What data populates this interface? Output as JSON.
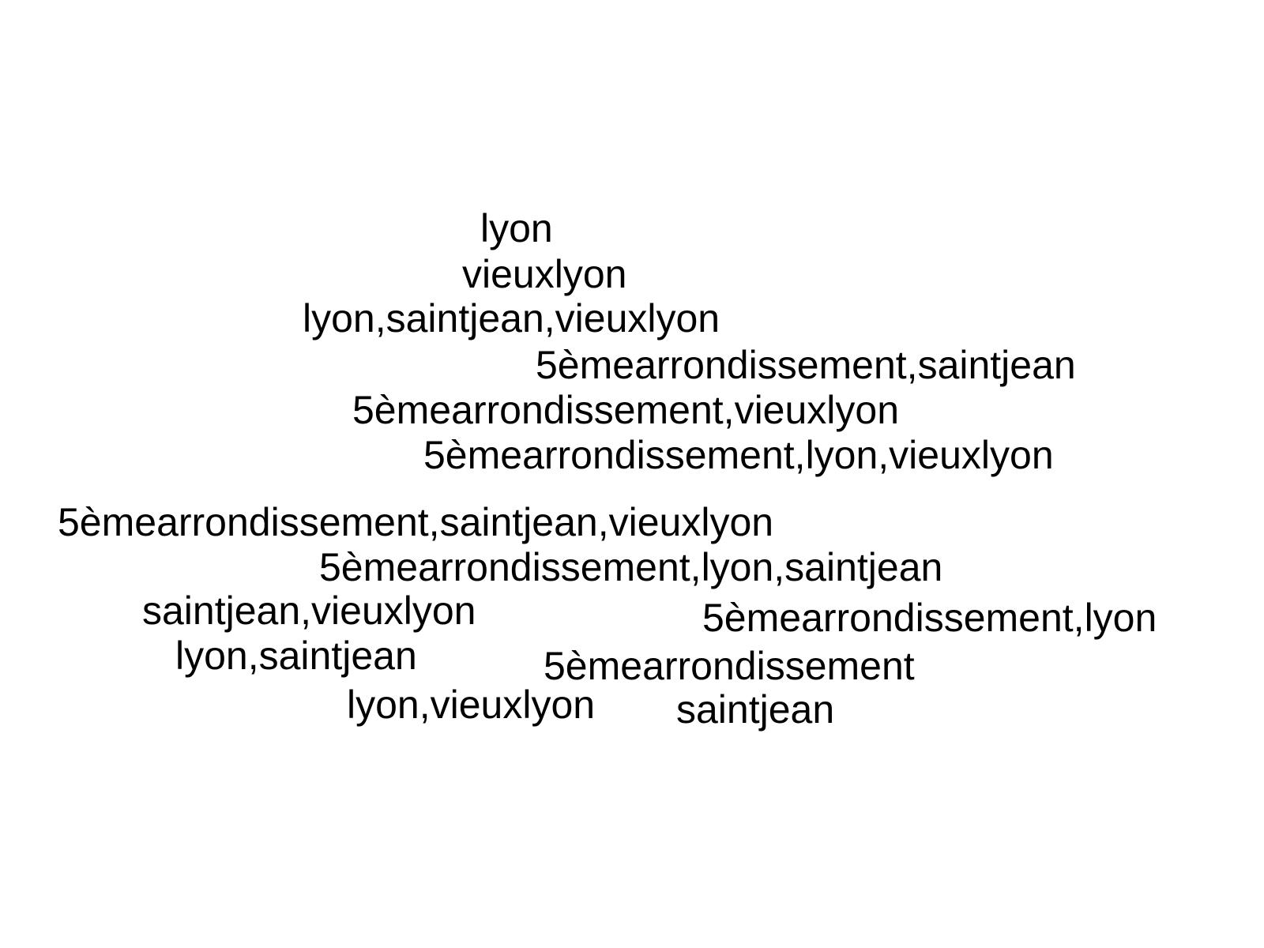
{
  "cloud": {
    "text_color": "#000000",
    "background": "#ffffff",
    "terms": [
      "lyon",
      "vieuxlyon",
      "lyon,saintjean,vieuxlyon",
      "5èmearrondissement,saintjean",
      "5èmearrondissement,vieuxlyon",
      "5èmearrondissement,lyon,vieuxlyon",
      "5èmearrondissement,saintjean,vieuxlyon",
      "5èmearrondissement,lyon,saintjean",
      "saintjean,vieuxlyon",
      "5èmearrondissement,lyon",
      "lyon,saintjean",
      "5èmearrondissement",
      "lyon,vieuxlyon",
      "saintjean"
    ]
  }
}
